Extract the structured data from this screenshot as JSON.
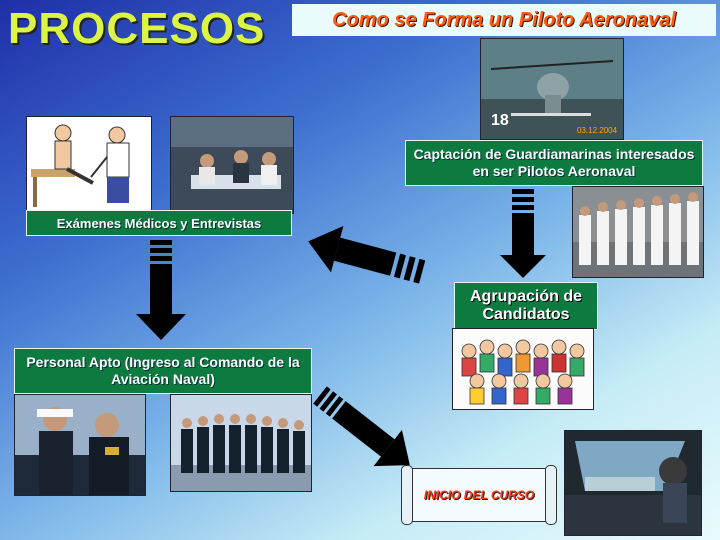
{
  "header": {
    "title": "PROCESOS",
    "subtitle": "Como se Forma un Piloto Aeronaval"
  },
  "photo_text": {
    "helicopter_number": "18",
    "date_stamp": "03.12.2004"
  },
  "steps": {
    "captacion": "Captación de Guardiamarinas interesados en ser Pilotos Aeronaval",
    "examenes": "Exámenes Médicos y Entrevistas",
    "agrupacion": "Agrupación de Candidatos",
    "personal_apto": "Personal Apto (Ingreso al Comando de la Aviación Naval)",
    "inicio": "INICIO DEL CURSO"
  },
  "colors": {
    "title": "#dcf542",
    "subtitle": "#ff5a10",
    "label_bg": "#0d7a3f",
    "arrow": "#000000",
    "inicio_text": "#ff3a10"
  }
}
